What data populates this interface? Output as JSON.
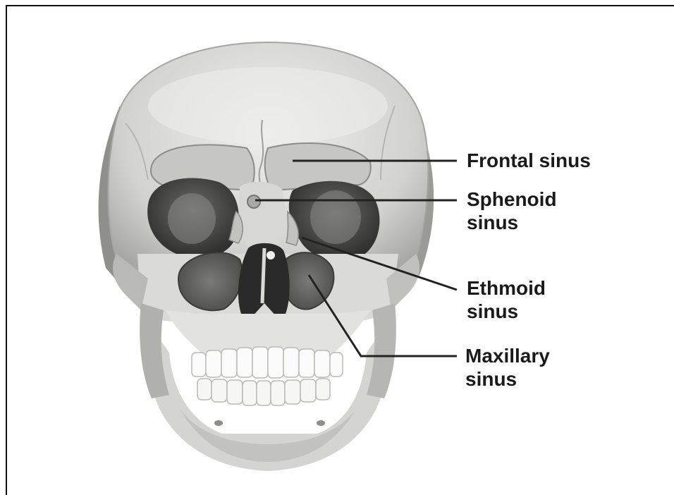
{
  "figure": {
    "labels": [
      {
        "id": "frontal",
        "lines": [
          "Frontal sinus"
        ]
      },
      {
        "id": "sphenoid",
        "lines": [
          "Sphenoid",
          "sinus"
        ]
      },
      {
        "id": "ethmoid",
        "lines": [
          "Ethmoid",
          "sinus"
        ]
      },
      {
        "id": "maxillary",
        "lines": [
          "Maxillary",
          "sinus"
        ]
      }
    ]
  },
  "colors": {
    "bone_light": "#e6e6e3",
    "bone_mid": "#c9c9c5",
    "bone_shadow": "#9c9c98",
    "frontal_sinus": "#c3c3bf",
    "orbit": "#3a3a3a",
    "maxillary_sinus": "#5b5b58",
    "nasal_cavity": "#2c2c2c",
    "teeth": "#fbfbfb",
    "leader_line": "#222222"
  }
}
